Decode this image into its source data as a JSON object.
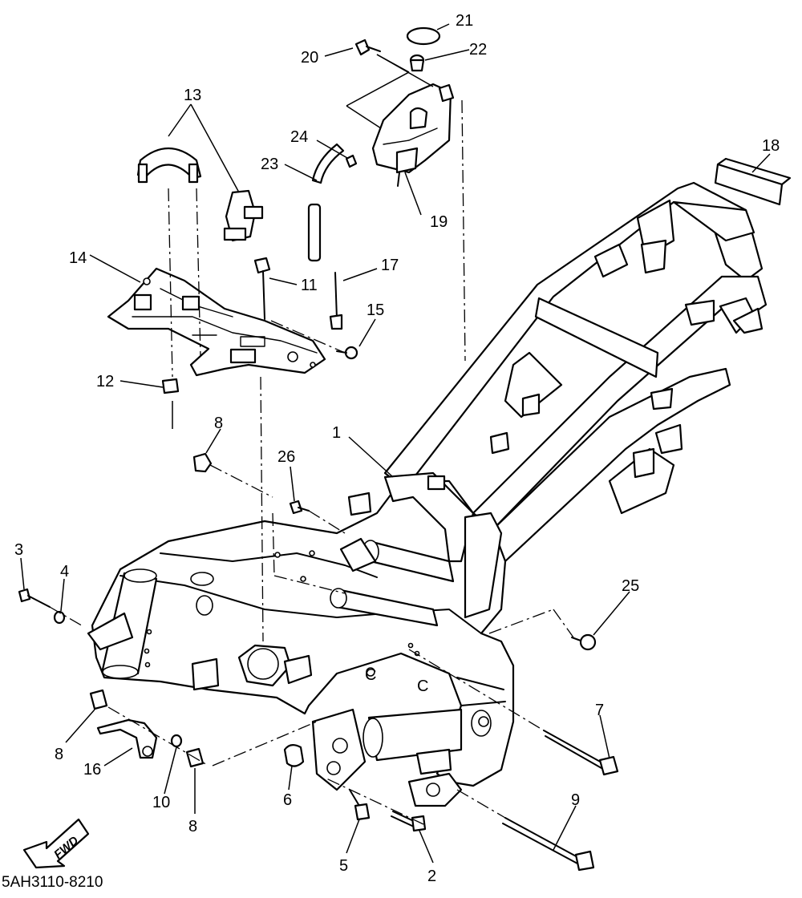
{
  "diagram": {
    "code": "5AH3110-8210",
    "fwd_label": "FWD",
    "callouts": [
      "1",
      "2",
      "3",
      "4",
      "5",
      "6",
      "7",
      "8",
      "8",
      "8",
      "9",
      "10",
      "11",
      "12",
      "13",
      "14",
      "15",
      "16",
      "17",
      "18",
      "19",
      "20",
      "21",
      "22",
      "23",
      "24",
      "25",
      "26"
    ]
  }
}
